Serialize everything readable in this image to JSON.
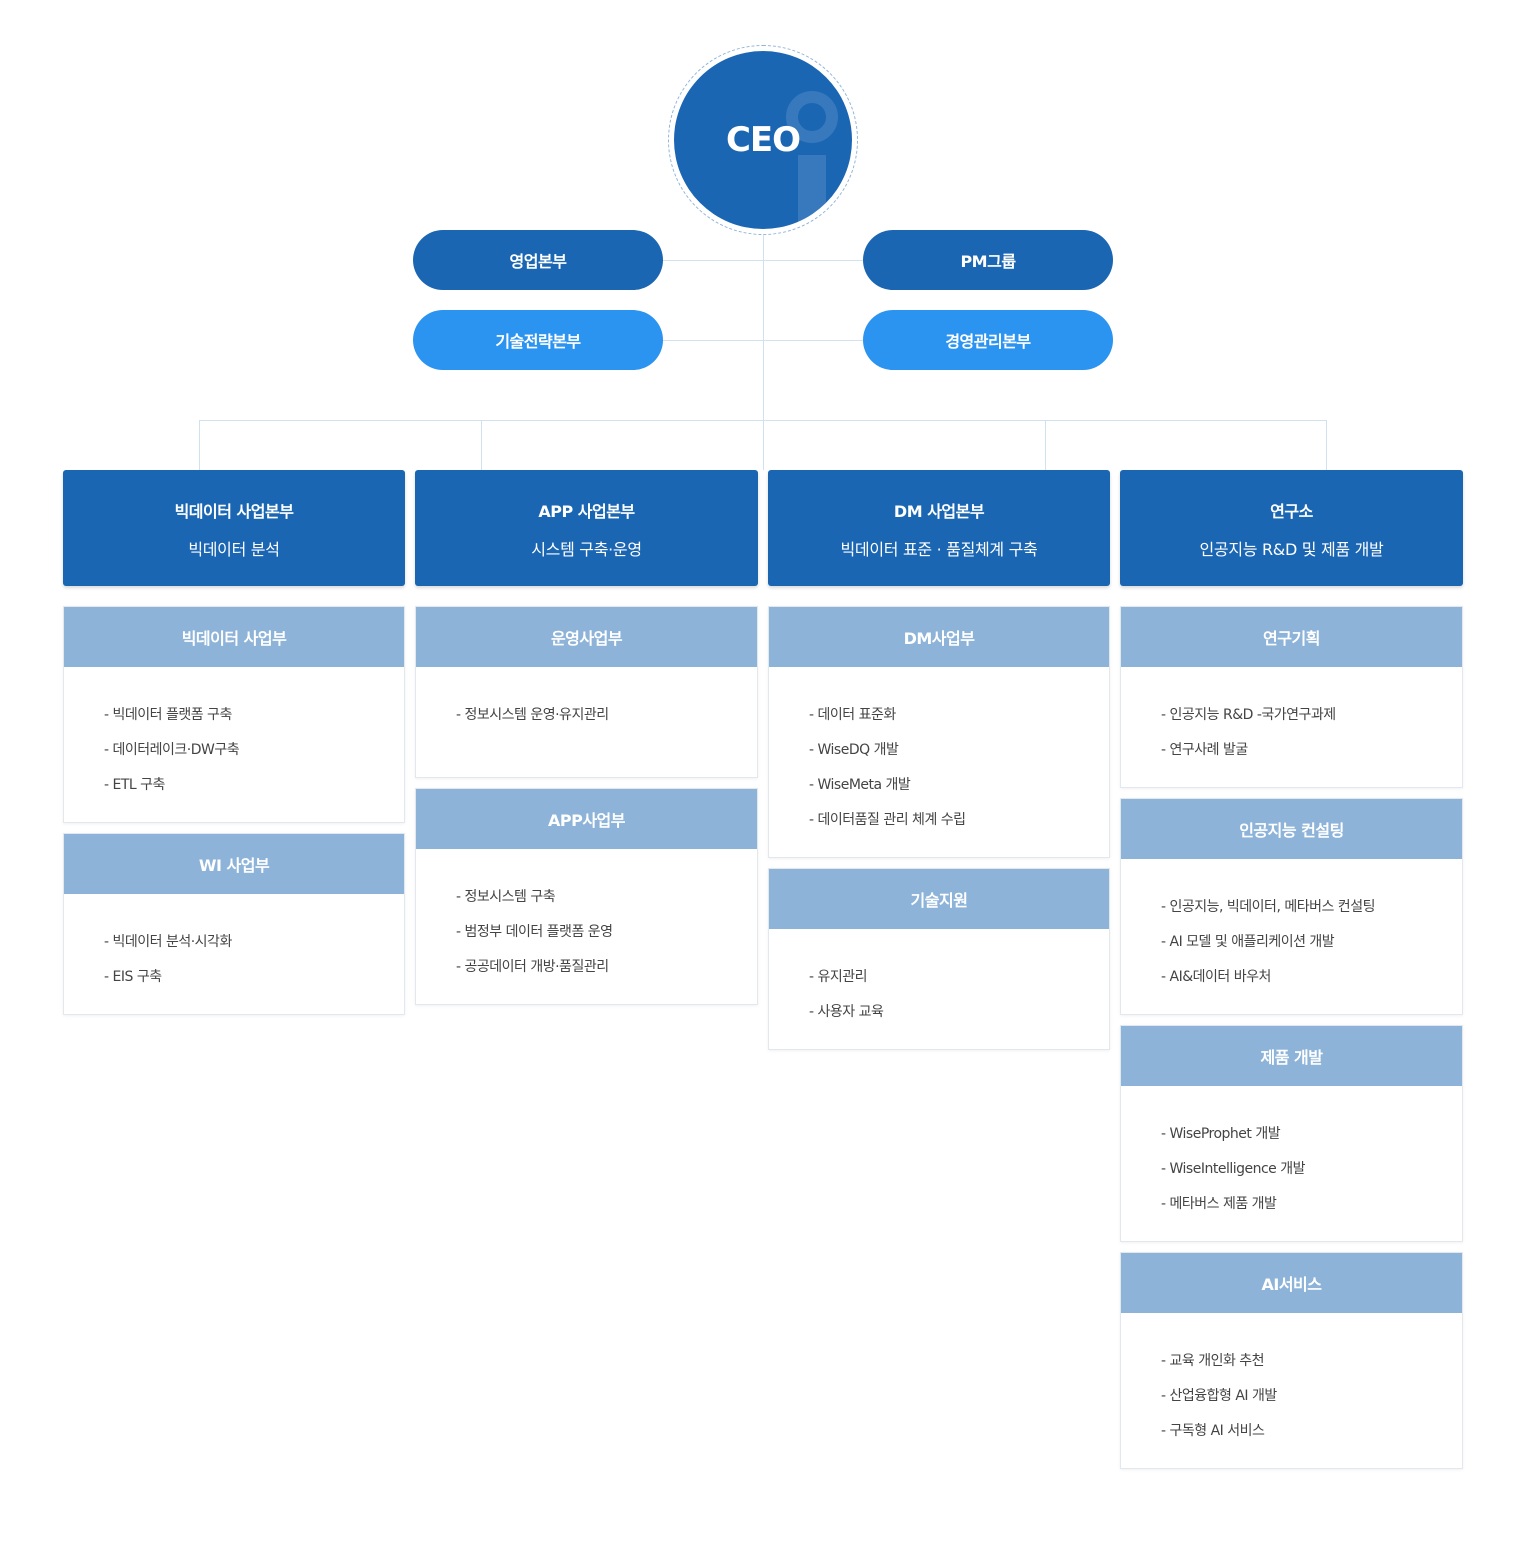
{
  "ceo": {
    "label": "CEO"
  },
  "staff": {
    "sales": "영업본부",
    "pm_group": "PM그룹",
    "tech_strategy": "기술전략본부",
    "management": "경영관리본부"
  },
  "divisions": [
    {
      "title": "빅데이터 사업본부",
      "subtitle": "빅데이터 분석",
      "departments": [
        {
          "name": "빅데이터 사업부",
          "items": [
            "- 빅데이터 플랫폼 구축",
            "- 데이터레이크·DW구축",
            "- ETL 구축"
          ]
        },
        {
          "name": "WI 사업부",
          "items": [
            "- 빅데이터 분석·시각화",
            "- EIS 구축"
          ]
        }
      ]
    },
    {
      "title": "APP 사업본부",
      "subtitle": "시스템 구축·운영",
      "departments": [
        {
          "name": "운영사업부",
          "items": [
            "- 정보시스템 운영·유지관리"
          ]
        },
        {
          "name": "APP사업부",
          "items": [
            "- 정보시스템 구축",
            "- 범정부 데이터 플랫폼 운영",
            "- 공공데이터 개방·품질관리"
          ]
        }
      ]
    },
    {
      "title": "DM 사업본부",
      "subtitle": "빅데이터 표준 · 품질체계 구축",
      "departments": [
        {
          "name": "DM사업부",
          "items": [
            "- 데이터 표준화",
            "- WiseDQ 개발",
            "- WiseMeta 개발",
            "- 데이터품질 관리 체계 수립"
          ]
        },
        {
          "name": "기술지원",
          "items": [
            "- 유지관리",
            "- 사용자 교육"
          ]
        }
      ]
    },
    {
      "title": "연구소",
      "subtitle": "인공지능 R&D 및 제품 개발",
      "departments": [
        {
          "name": "연구기획",
          "items": [
            "- 인공지능 R&D -국가연구과제",
            "- 연구사례 발굴"
          ]
        },
        {
          "name": "인공지능 컨설팅",
          "items": [
            "- 인공지능, 빅데이터, 메타버스 컨설팅",
            "- AI 모델 및 애플리케이션 개발",
            "- AI&데이터 바우처"
          ]
        },
        {
          "name": "제품 개발",
          "items": [
            "- WiseProphet 개발",
            "- WiseIntelligence 개발",
            "- 메타버스 제품 개발"
          ]
        },
        {
          "name": "AI서비스",
          "items": [
            "- 교육 개인화 추천",
            "- 산업융합형 AI 개발",
            "- 구독형 AI 서비스"
          ]
        }
      ]
    }
  ]
}
